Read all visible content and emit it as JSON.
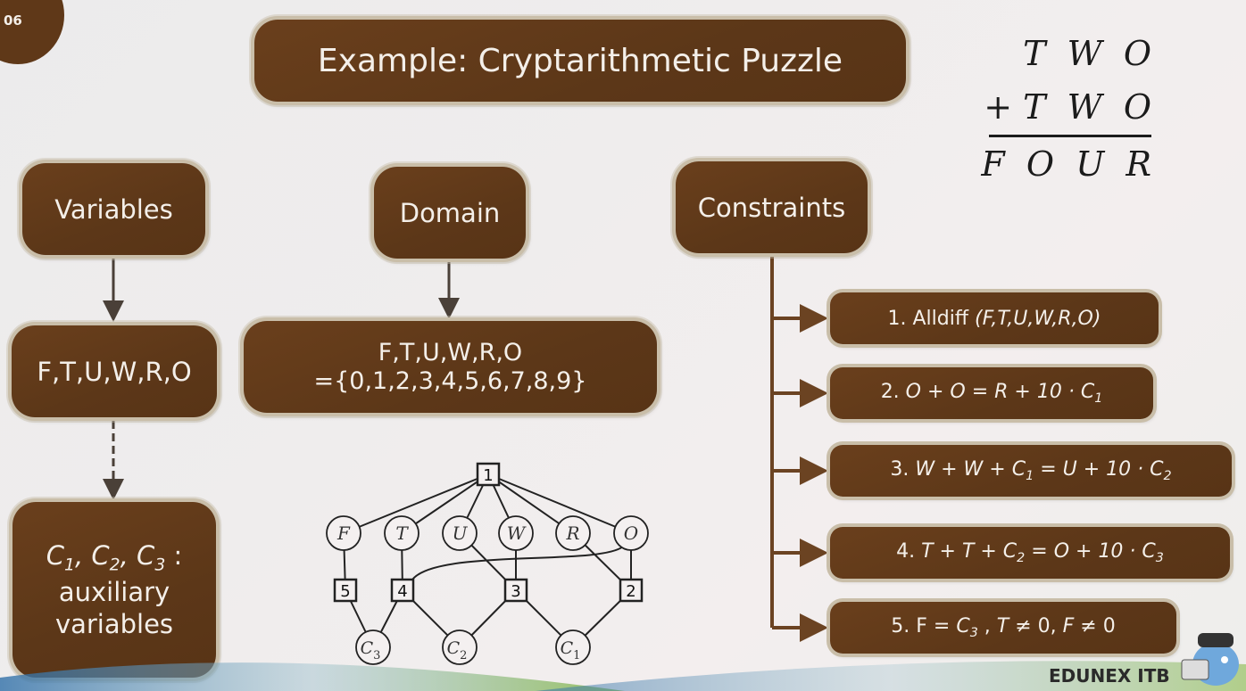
{
  "slide": {
    "number": "06",
    "title": "Example: Cryptarithmetic Puzzle",
    "brand": "EDUNEX ITB",
    "colors": {
      "box": "#5c3718",
      "border": "#c9bea9",
      "connector": "#6b4322"
    }
  },
  "puzzle": {
    "row1": "T  W  O",
    "row2": "+ T  W  O",
    "result": "F  O  U  R"
  },
  "variables": {
    "header": "Variables",
    "list": "F,T,U,W,R,O",
    "aux_vars": "C1, C2, C3 :",
    "aux_line2": "auxiliary",
    "aux_line3": "variables"
  },
  "domain": {
    "header": "Domain",
    "line1": "F,T,U,W,R,O",
    "line2": "={0,1,2,3,4,5,6,7,8,9}"
  },
  "constraints": {
    "header": "Constraints",
    "items": [
      {
        "num": "1. Alldiff",
        "expr": "(F,T,U,W,R,O)"
      },
      {
        "num": "2.",
        "expr": "O + O = R + 10 · C1"
      },
      {
        "num": "3.",
        "expr": "W + W + C1 = U + 10 · C2"
      },
      {
        "num": "4.",
        "expr": "T + T + C2 = O + 10 · C3"
      },
      {
        "num": "5. F =",
        "expr": "C3 , T ≠ 0, F ≠ 0"
      }
    ]
  },
  "graph": {
    "variable_nodes": [
      "F",
      "T",
      "U",
      "W",
      "R",
      "O"
    ],
    "aux_nodes": [
      "C3",
      "C2",
      "C1"
    ],
    "constraint_nodes": [
      "1",
      "5",
      "4",
      "3",
      "2"
    ]
  }
}
